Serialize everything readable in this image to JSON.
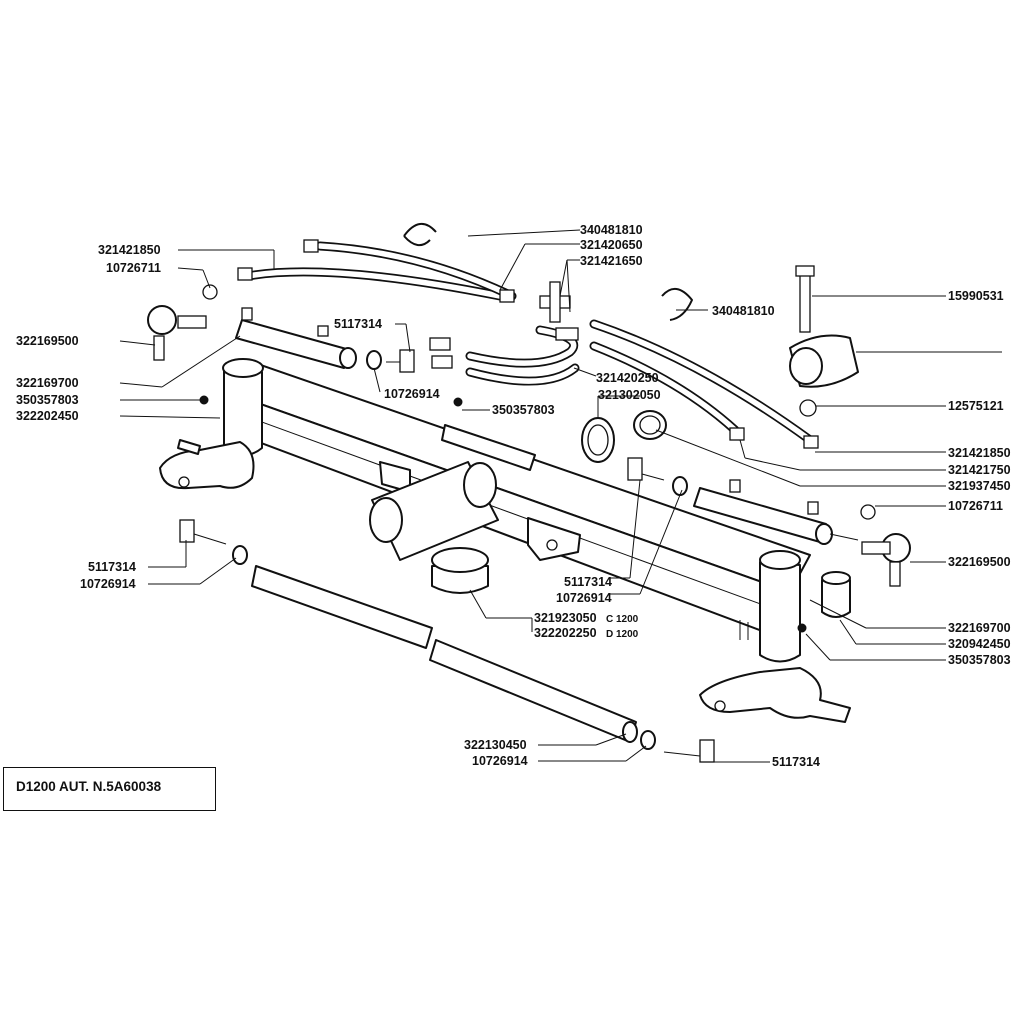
{
  "title": "D1200 AUT. N.5A60038",
  "callouts": [
    {
      "id": "c01",
      "text": "340481810"
    },
    {
      "id": "c02",
      "text": "321420650"
    },
    {
      "id": "c03",
      "text": "321421650"
    },
    {
      "id": "c04",
      "text": "321421850"
    },
    {
      "id": "c05",
      "text": "10726711"
    },
    {
      "id": "c06",
      "text": "15990531"
    },
    {
      "id": "c07",
      "text": "340481810"
    },
    {
      "id": "c08",
      "text": "322169500"
    },
    {
      "id": "c09",
      "text": "5117314"
    },
    {
      "id": "c10",
      "text": "322169700"
    },
    {
      "id": "c11",
      "text": "321420250"
    },
    {
      "id": "c12",
      "text": "10726914"
    },
    {
      "id": "c13",
      "text": "321302050"
    },
    {
      "id": "c14",
      "text": "350357803"
    },
    {
      "id": "c15",
      "text": "350357803"
    },
    {
      "id": "c16",
      "text": "12575121"
    },
    {
      "id": "c17",
      "text": "322202450"
    },
    {
      "id": "c18",
      "text": "321421850"
    },
    {
      "id": "c19",
      "text": "321421750"
    },
    {
      "id": "c20",
      "text": "321937450"
    },
    {
      "id": "c21",
      "text": "10726711"
    },
    {
      "id": "c22",
      "text": "322169500"
    },
    {
      "id": "c23",
      "text": "5117314"
    },
    {
      "id": "c24",
      "text": "10726914"
    },
    {
      "id": "c25",
      "text": "5117314"
    },
    {
      "id": "c26",
      "text": "10726914"
    },
    {
      "id": "c27",
      "text": "321923050"
    },
    {
      "id": "c28",
      "text": "322202250"
    },
    {
      "id": "c29",
      "text": "322169700"
    },
    {
      "id": "c30",
      "text": "320942450"
    },
    {
      "id": "c31",
      "text": "350357803"
    },
    {
      "id": "c32",
      "text": "322130450"
    },
    {
      "id": "c33",
      "text": "10726914"
    },
    {
      "id": "c34",
      "text": "5117314"
    }
  ],
  "variants": {
    "c27": "C 1200",
    "c28": "D 1200"
  }
}
